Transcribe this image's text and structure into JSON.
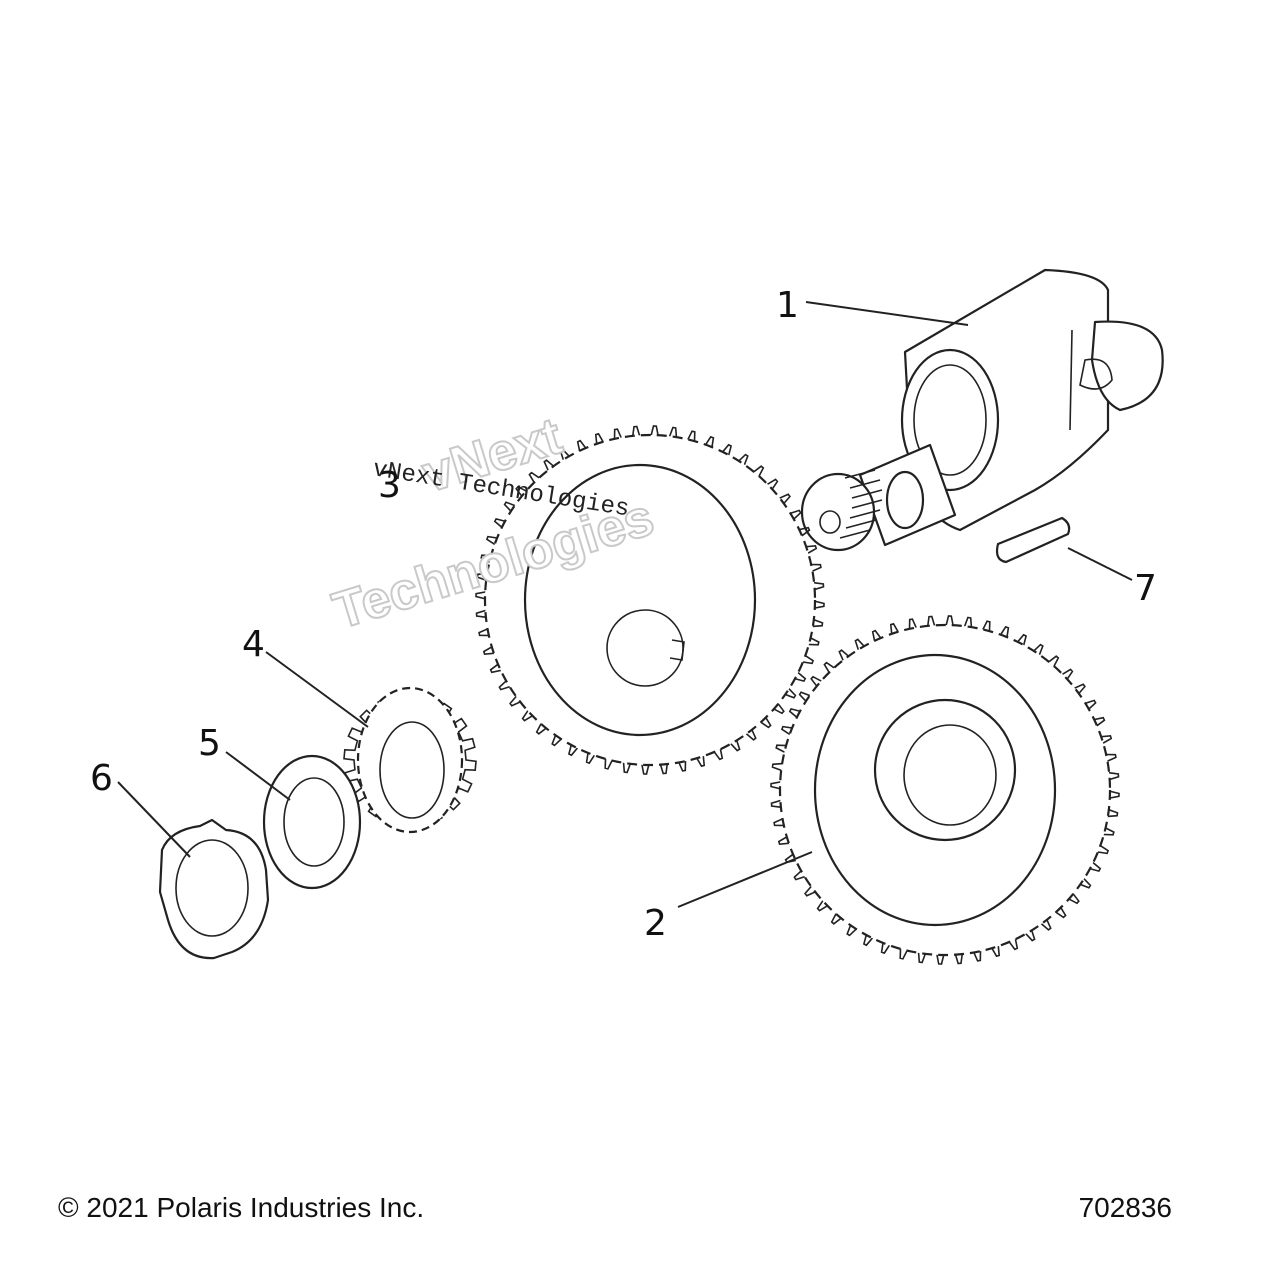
{
  "callouts": {
    "c1": "1",
    "c2": "2",
    "c3": "3",
    "c4": "4",
    "c5": "5",
    "c6": "6",
    "c7": "7"
  },
  "watermark": {
    "line1": "vNext",
    "line2": "Technologies",
    "mono": "vNext Technologies"
  },
  "footer": {
    "copyright": "© 2021 Polaris Industries Inc.",
    "diagram_number": "702836"
  }
}
